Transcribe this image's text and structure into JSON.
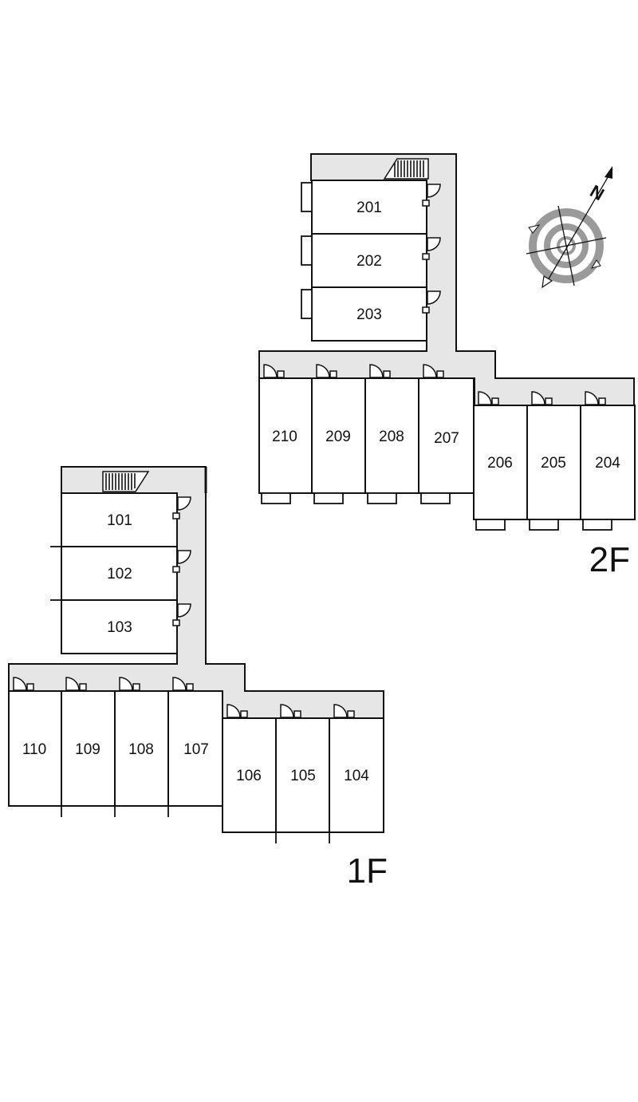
{
  "floors": [
    {
      "label": "2F",
      "rooms": [
        "201",
        "202",
        "203",
        "204",
        "205",
        "206",
        "207",
        "208",
        "209",
        "210"
      ]
    },
    {
      "label": "1F",
      "rooms": [
        "101",
        "102",
        "103",
        "104",
        "105",
        "106",
        "107",
        "108",
        "109",
        "110"
      ]
    }
  ],
  "compass": {
    "north_label": "N"
  },
  "colors": {
    "corridor": "#e6e6e6",
    "wall": "#111111",
    "compass_gray": "#9a9a9a"
  }
}
